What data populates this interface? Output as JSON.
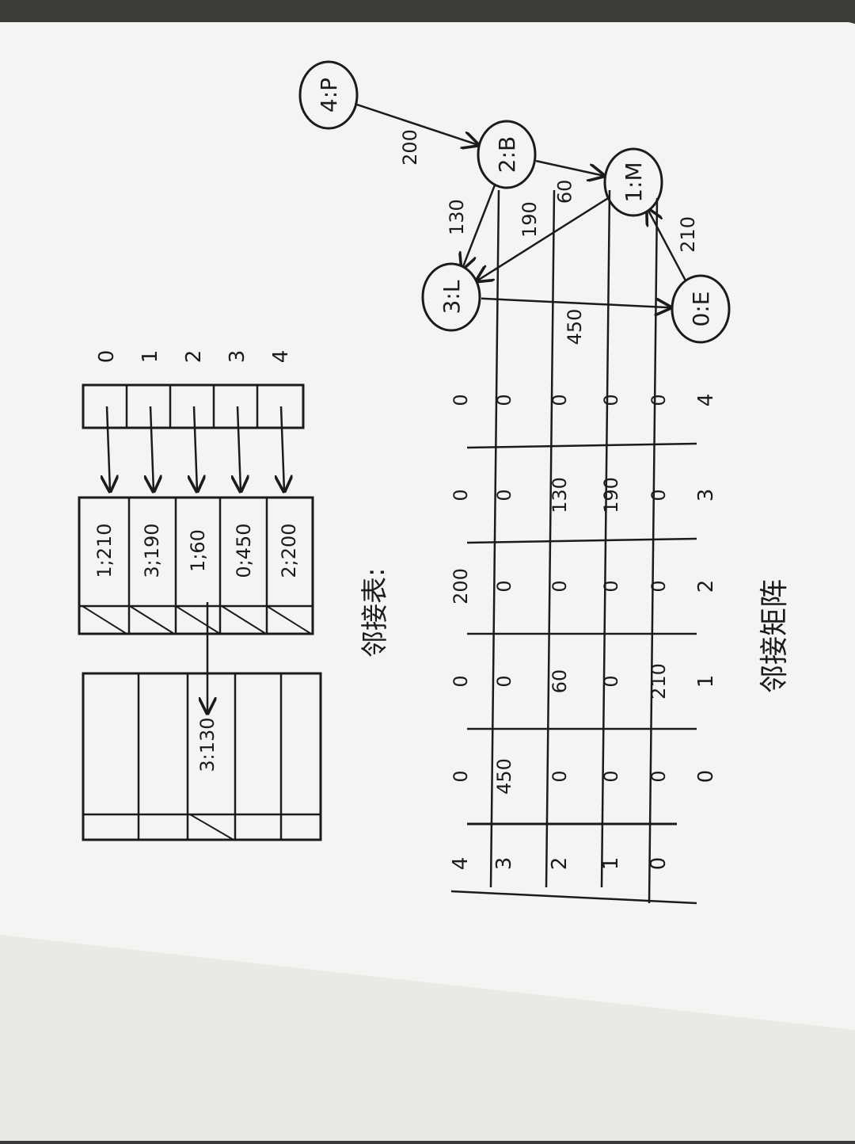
{
  "graph": {
    "nodes": [
      {
        "id": 0,
        "label": "0:E"
      },
      {
        "id": 1,
        "label": "1:M"
      },
      {
        "id": 2,
        "label": "2:B"
      },
      {
        "id": 3,
        "label": "3:L"
      },
      {
        "id": 4,
        "label": "4:P"
      }
    ],
    "edges": [
      {
        "from": 0,
        "to": 1,
        "weight": "210"
      },
      {
        "from": 1,
        "to": 3,
        "weight": "190"
      },
      {
        "from": 2,
        "to": 1,
        "weight": "60"
      },
      {
        "from": 2,
        "to": 3,
        "weight": "130"
      },
      {
        "from": 3,
        "to": 0,
        "weight": "450"
      },
      {
        "from": 4,
        "to": 2,
        "weight": "200"
      }
    ]
  },
  "matrix": {
    "title": "邻接矩阵",
    "col_headers": [
      "0",
      "1",
      "2",
      "3",
      "4"
    ],
    "row_headers": [
      "0",
      "1",
      "2",
      "3",
      "4"
    ],
    "rows": [
      [
        "0",
        "210",
        "0",
        "0",
        "0"
      ],
      [
        "0",
        "0",
        "0",
        "190",
        "0"
      ],
      [
        "0",
        "60",
        "0",
        "130",
        "0"
      ],
      [
        "450",
        "0",
        "0",
        "0",
        "0"
      ],
      [
        "0",
        "0",
        "200",
        "0",
        "0"
      ]
    ]
  },
  "adjlist": {
    "title": "邻接表:",
    "indices": [
      "0",
      "1",
      "2",
      "3",
      "4"
    ],
    "nodes": [
      "1;210",
      "3;190",
      "1;60",
      "0;450",
      "2;200"
    ],
    "extra_node": "3:130"
  }
}
